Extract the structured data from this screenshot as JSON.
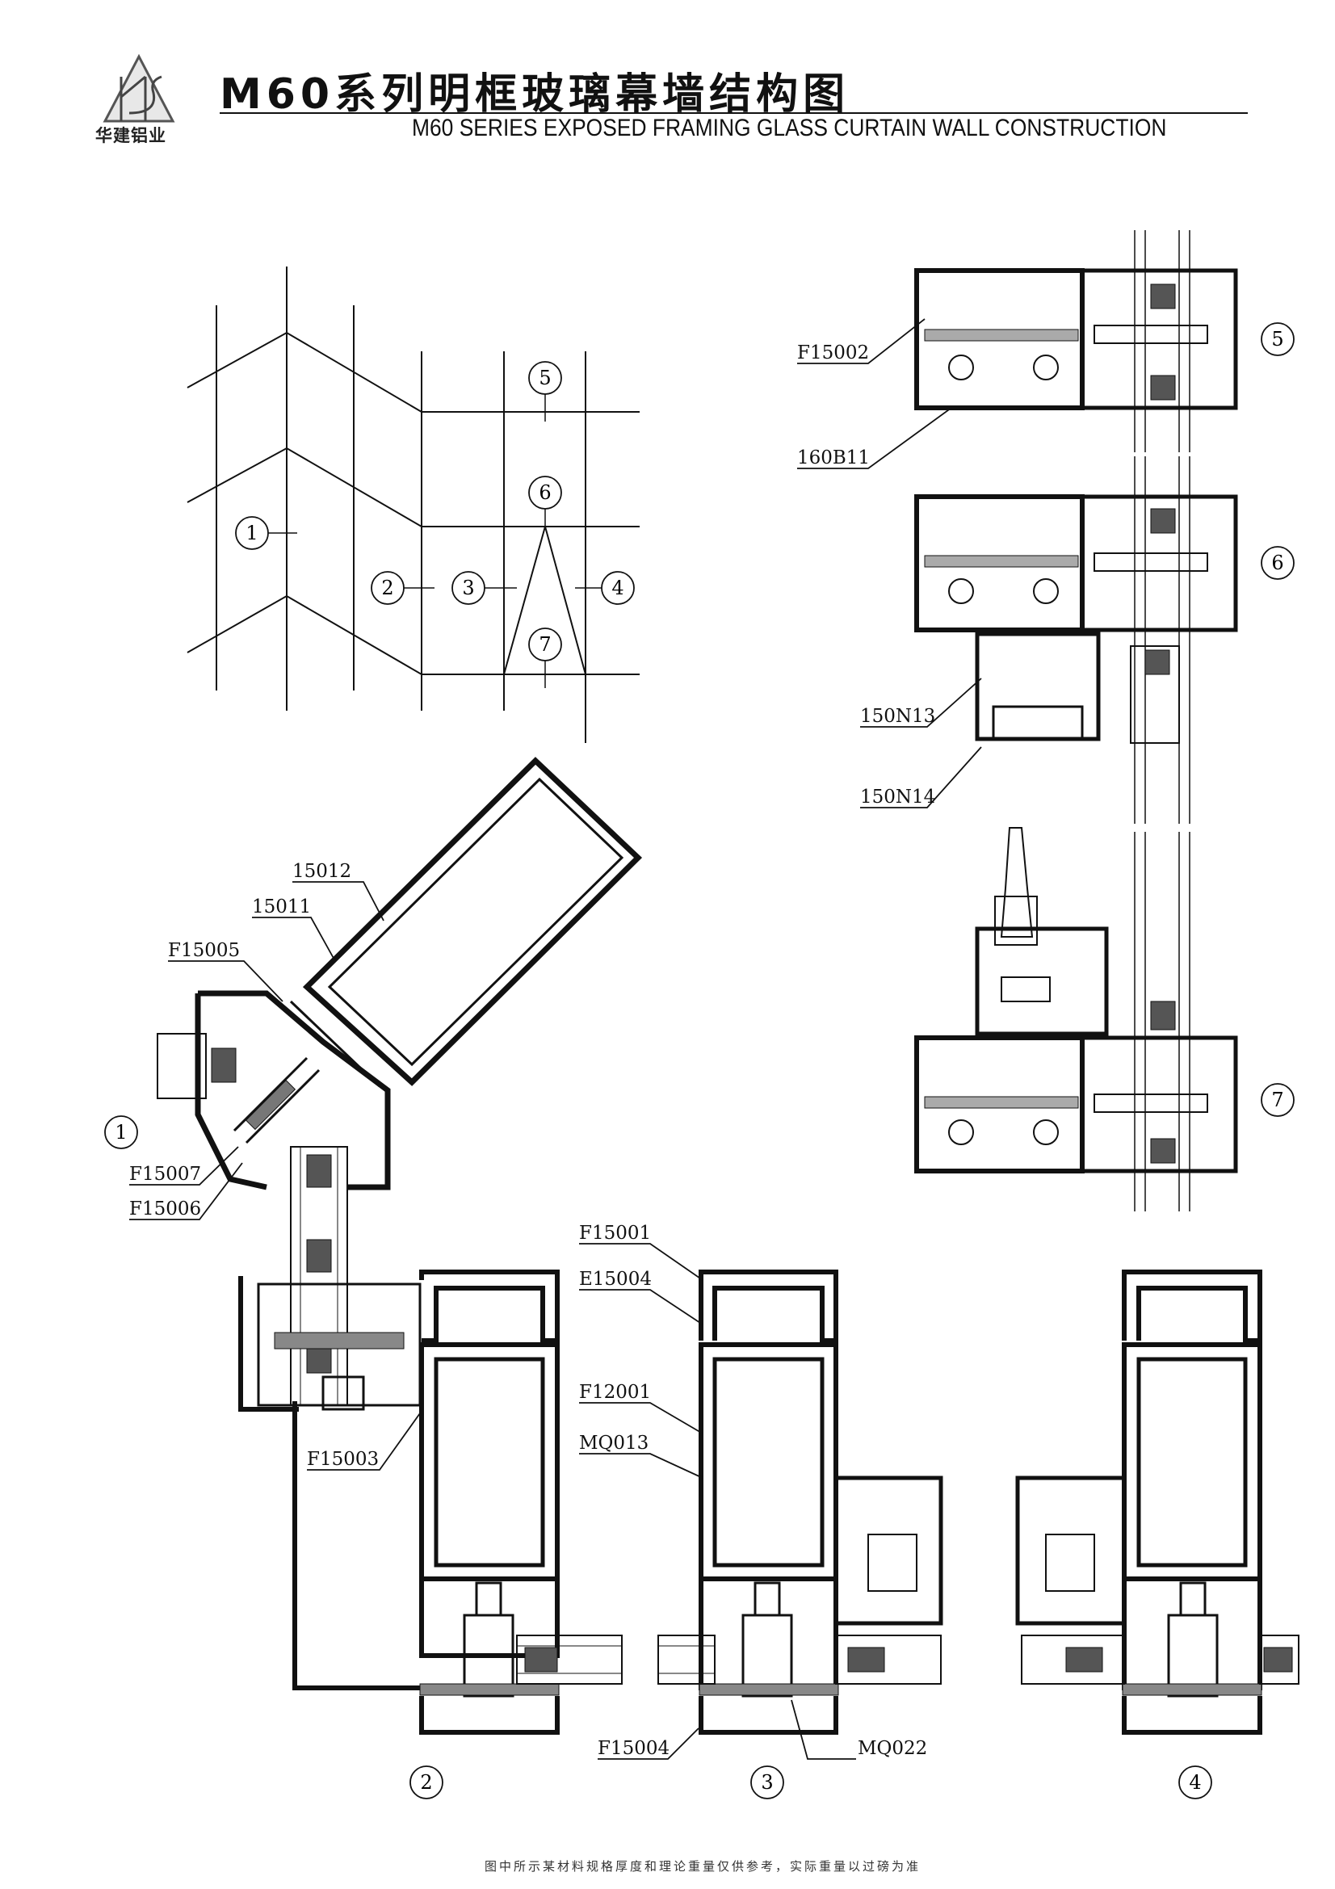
{
  "header": {
    "title_cn": "M60系列明框玻璃幕墙结构图",
    "title_en": "M60  SERIES EXPOSED FRAMING GLASS CURTAIN WALL CONSTRUCTION",
    "logo_text": "华建铝业",
    "logo_icon": "hj-monogram-icon"
  },
  "elevation": {
    "markers": [
      "1",
      "2",
      "3",
      "4",
      "5",
      "6",
      "7"
    ]
  },
  "part_labels": {
    "p_15012": "15012",
    "p_15011": "15011",
    "p_F15005": "F15005",
    "p_F15007": "F15007",
    "p_F15006": "F15006",
    "p_F15003": "F15003",
    "p_F15002": "F15002",
    "p_160B11": "160B11",
    "p_150N13": "150N13",
    "p_150N14": "150N14",
    "p_F15001": "F15001",
    "p_E15004": "E15004",
    "p_F12001": "F12001",
    "p_MQ013": "MQ013",
    "p_F15004": "F15004",
    "p_MQ022": "MQ022"
  },
  "section_markers": {
    "s1": "1",
    "s2": "2",
    "s3": "3",
    "s4": "4",
    "s5": "5",
    "s6": "6",
    "s7": "7"
  },
  "footer": {
    "note": "图中所示某材料规格厚度和理论重量仅供参考，实际重量以过磅为准"
  }
}
